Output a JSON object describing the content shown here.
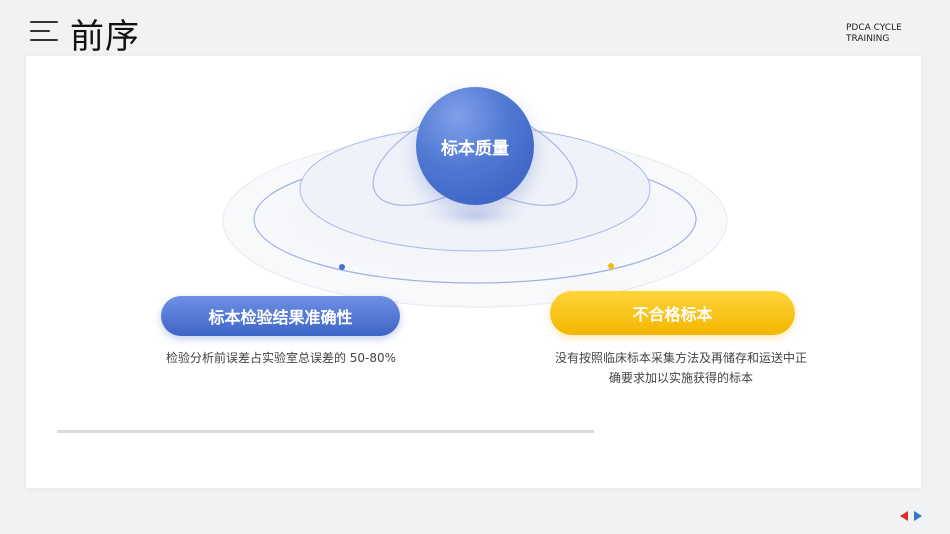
{
  "header": {
    "title": "前序",
    "brand_line1": "PDCA CYCLE",
    "brand_line2": "TRAINING"
  },
  "diagram": {
    "core_label": "标本质量",
    "left_label": "标本检验结果准确性",
    "left_description": "检验分析前误差占实验室总误差的 50-80%",
    "right_label": "不合格标本",
    "right_description_line1": "没有按照临床标本采集方法及再储存和运送中正",
    "right_description_line2": "确要求加以实施获得的标本"
  },
  "colors": {
    "accent_blue": "#4a6fd0",
    "accent_yellow": "#f5bd0a",
    "prev_arrow": "#d9322b",
    "next_arrow": "#2f78c8"
  },
  "icons": [
    "menu-icon",
    "prev-arrow-icon",
    "next-arrow-icon"
  ]
}
